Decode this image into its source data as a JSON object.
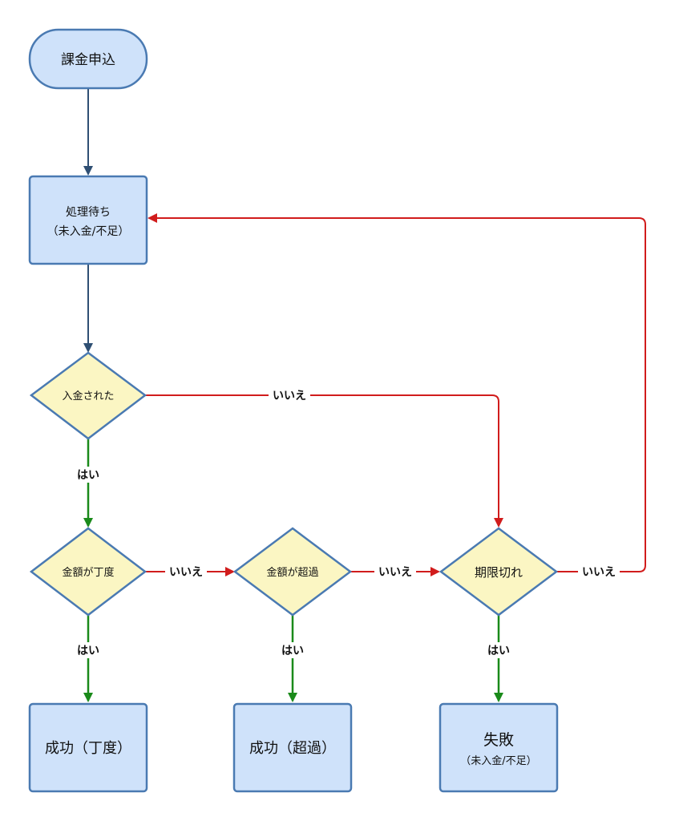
{
  "colors": {
    "node_fill": "#cfe2fa",
    "node_stroke": "#4a7ab2",
    "decision_fill": "#fbf6c3",
    "decision_stroke": "#4a7ab2",
    "edge_default": "#2f4f73",
    "edge_yes": "#1a8a1a",
    "edge_no": "#d11c1c"
  },
  "nodes": {
    "start": "課金申込",
    "pending_title": "処理待ち",
    "pending_sub": "（未入金/不足）",
    "paid_check": "入金された",
    "exact_check": "金額が丁度",
    "over_check": "金額が超過",
    "expired_check": "期限切れ",
    "success_exact": "成功（丁度）",
    "success_over": "成功（超過）",
    "fail_title": "失敗",
    "fail_sub": "（未入金/不足）"
  },
  "edge_labels": {
    "paid_no": "いいえ",
    "paid_yes": "はい",
    "exact_no": "いいえ",
    "exact_yes": "はい",
    "over_no": "いいえ",
    "over_yes": "はい",
    "expired_no": "いいえ",
    "expired_yes": "はい"
  }
}
